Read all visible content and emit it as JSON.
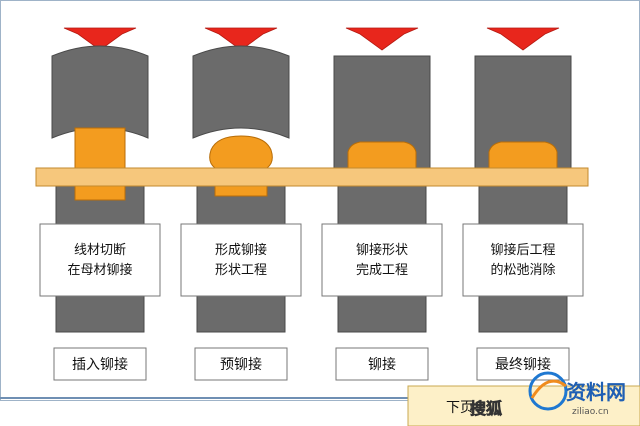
{
  "colors": {
    "background": "#ffffff",
    "frame_fill": "#eef3f8",
    "frame_stroke": "#6f8fb3",
    "punch": "#6b6b6b",
    "punch_stroke": "#4a4a4a",
    "strip": "#f6c77c",
    "strip_stroke": "#c38a2e",
    "rivet": "#f39c1f",
    "rivet_stroke": "#b86d08",
    "arrow": "#e8261c",
    "label_stroke": "#777777",
    "text": "#111111"
  },
  "stages": [
    {
      "name": "insert",
      "description_lines": [
        "线材切断",
        "在母材铆接"
      ],
      "label": "插入铆接",
      "punch_shape": "concave",
      "rivet_shape": "block"
    },
    {
      "name": "pre",
      "description_lines": [
        "形成铆接",
        "形状工程"
      ],
      "label": "预铆接",
      "punch_shape": "concave",
      "rivet_shape": "dome"
    },
    {
      "name": "rivet",
      "description_lines": [
        "铆接形状",
        "完成工程"
      ],
      "label": "铆接",
      "punch_shape": "flat",
      "rivet_shape": "head"
    },
    {
      "name": "final",
      "description_lines": [
        "铆接后工程",
        "的松弛消除"
      ],
      "label": "最终铆接",
      "punch_shape": "flat",
      "rivet_shape": "head"
    }
  ],
  "footer": {
    "nav_label": "下页"
  },
  "watermark": {
    "main": "资料网",
    "left": "搜狐",
    "small": "ziliao.cn"
  }
}
